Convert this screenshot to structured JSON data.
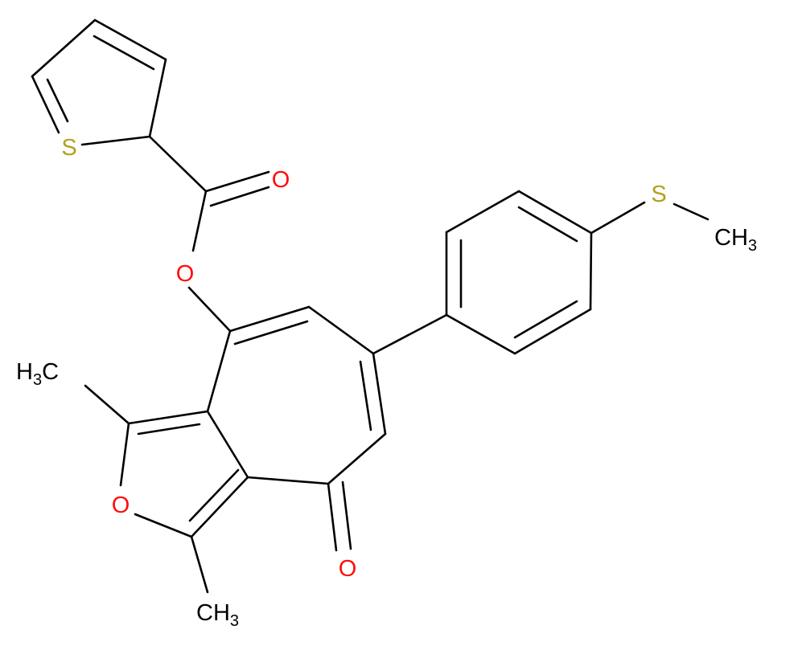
{
  "colors": {
    "bond": "#000000",
    "carbon_label": "#000000",
    "oxygen": "#ff0d0d",
    "sulfur": "#b2a21a"
  },
  "atoms": {
    "thiophene_s": {
      "symbol": "S"
    },
    "carbonyl_o": {
      "symbol": "O"
    },
    "ester_o": {
      "symbol": "O"
    },
    "thioether_s": {
      "symbol": "S"
    },
    "methyl_s": {
      "main": "CH",
      "sub": "3"
    },
    "methyl_upper": {
      "main": "H",
      "sub": "3",
      "tail": "C"
    },
    "furan_o": {
      "symbol": "O"
    },
    "ketone_o": {
      "symbol": "O"
    },
    "methyl_lower": {
      "main": "CH",
      "sub": "3"
    }
  }
}
